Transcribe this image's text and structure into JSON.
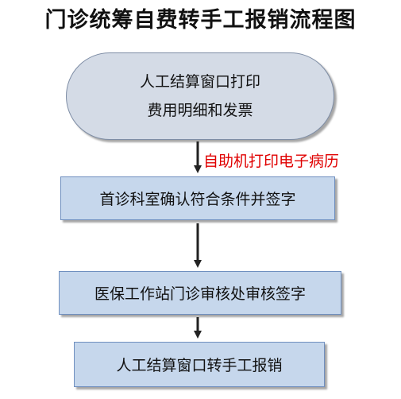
{
  "title": "门诊统筹自费转手工报销流程图",
  "start": {
    "line1": "人工结算窗口打印",
    "line2": "费用明细和发票"
  },
  "note": "自助机打印电子病历",
  "steps": [
    "首诊科室确认符合条件并签字",
    "医保工作站门诊审核处审核签字",
    "人工结算窗口转手工报销"
  ],
  "colors": {
    "box_fill": "#c6d7ec",
    "box_border": "#6f8fbf",
    "start_fill": "#d4dbe6",
    "note_text": "#e00000",
    "arrow": "#222222"
  }
}
